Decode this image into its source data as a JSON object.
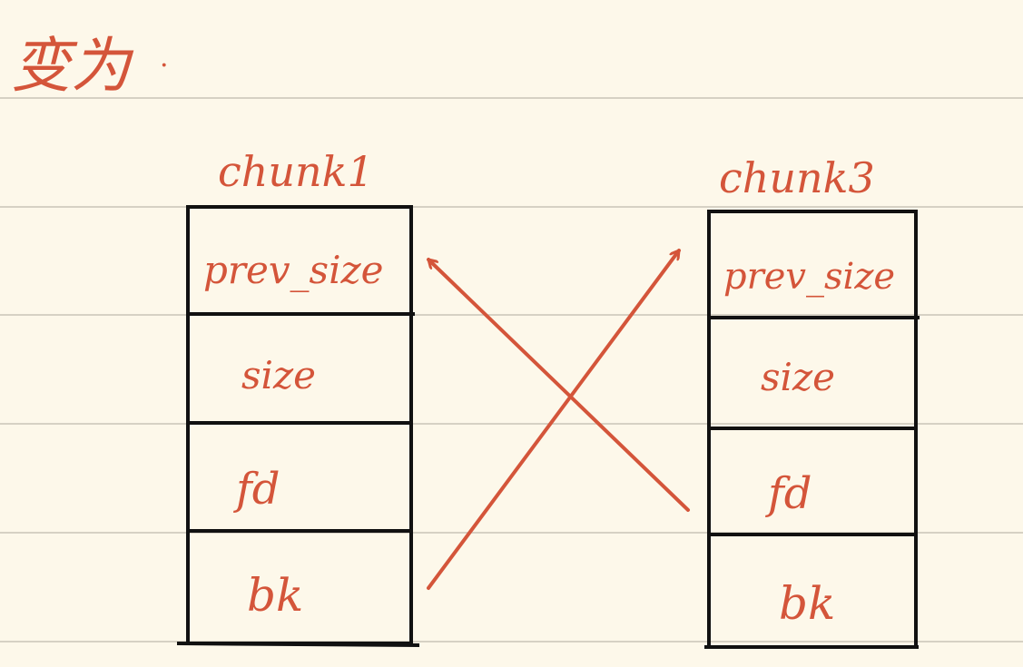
{
  "heading": "变为",
  "heading_mark": "·",
  "colors": {
    "paper": "#fdf8ea",
    "rule": "#c9c4b8",
    "ink_red": "#d4553a",
    "ink_black": "#111111"
  },
  "chunks": [
    {
      "title": "chunk1",
      "fields": [
        "prev_size",
        "size",
        "fd",
        "bk"
      ]
    },
    {
      "title": "chunk3",
      "fields": [
        "prev_size",
        "size",
        "fd",
        "bk"
      ]
    }
  ],
  "arrows": [
    {
      "from": "chunk3.fd",
      "to": "chunk1.prev_size"
    },
    {
      "from": "chunk1.bk",
      "to": "chunk3.prev_size"
    }
  ]
}
